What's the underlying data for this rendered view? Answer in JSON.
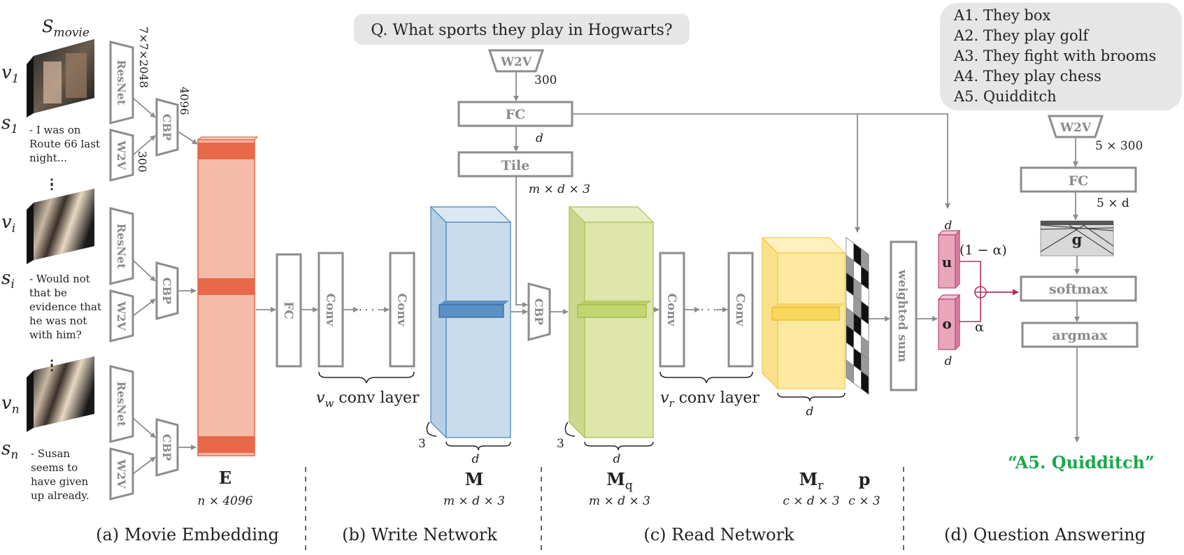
{
  "section_labels": {
    "movie_embedding": "(a) Movie Embedding",
    "write_network": "(b) Write Network",
    "read_network": "(c) Read Network",
    "question_answering": "(d) Question Answering"
  },
  "movie": {
    "title": "S",
    "title_sub": "movie",
    "frames": [
      {
        "v_label": "v",
        "v_sub": "1",
        "s_label": "s",
        "s_sub": "1",
        "subtitle_lines": [
          "- I was on",
          "Route 66 last",
          "night..."
        ]
      },
      {
        "v_label": "v",
        "v_sub": "i",
        "s_label": "s",
        "s_sub": "i",
        "subtitle_lines": [
          "- Would not",
          "that be",
          "evidence that",
          "he was not",
          "with him?"
        ]
      },
      {
        "v_label": "v",
        "v_sub": "n",
        "s_label": "s",
        "s_sub": "n",
        "subtitle_lines": [
          "- Susan",
          "seems to",
          "have given",
          "up already."
        ]
      }
    ],
    "ellipsis": ":",
    "resnet_label": "ResNet",
    "w2v_label": "W2V",
    "cbp_label": "CBP",
    "dim_resnet": "7×7×2048",
    "dim_w2v": "300",
    "dim_cbp": "4096",
    "E_label": "E",
    "E_dim": "n × 4096"
  },
  "write": {
    "question": "Q. What sports they play in Hogwarts?",
    "w2v_label": "W2V",
    "dim_300": "300",
    "fc_label": "FC",
    "dim_d": "d",
    "tile_label": "Tile",
    "tile_dim": "m × d × 3",
    "fc_left_label": "FC",
    "conv_label": "Conv",
    "conv_dots": "· · · ·",
    "conv_caption": "v",
    "conv_caption_sub": "w",
    "conv_caption_rest": " conv layer",
    "M_label": "M",
    "M_dim": "m × d × 3",
    "three": "3",
    "d_label": "d",
    "cbp_label": "CBP"
  },
  "read": {
    "Mq_label": "M",
    "Mq_sub": "q",
    "Mq_dim": "m × d × 3",
    "three": "3",
    "d_label": "d",
    "conv_label": "Conv",
    "conv_dots": "· · ·",
    "conv_caption": "v",
    "conv_caption_sub": "r",
    "conv_caption_rest": " conv layer",
    "Mr_label": "M",
    "Mr_sub": "r",
    "Mr_dim": "c × d × 3",
    "p_label": "p",
    "p_dim": "c × 3",
    "weighted_sum_label": "weighted sum"
  },
  "qa": {
    "answers": [
      "A1. They box",
      "A2. They play golf",
      "A3. They fight with brooms",
      "A4. They play chess",
      "A5. Quidditch"
    ],
    "w2v_label": "W2V",
    "dim_5x300": "5 × 300",
    "fc_label": "FC",
    "dim_5xd": "5 × d",
    "g_label": "g",
    "softmax_label": "softmax",
    "argmax_label": "argmax",
    "u_label": "u",
    "o_label": "o",
    "d_label": "d",
    "one_minus_alpha": "(1 − α)",
    "alpha": "α",
    "final_answer": "“A5. Quidditch”"
  },
  "colors": {
    "embedding_fill": "#f4bba9",
    "embedding_band": "#e8694a",
    "memory_blue": "#c9dcec",
    "memory_blue_stroke": "#4a82b8",
    "memory_green": "#dde6a8",
    "memory_green_stroke": "#a7c04e",
    "memory_yellow": "#fde9a0",
    "memory_yellow_stroke": "#f2c94c",
    "uo_fill": "#e8a6bb",
    "uo_stroke": "#c0437a",
    "answer_green": "#1aa84b",
    "box_gray": "#8c8c8c"
  }
}
